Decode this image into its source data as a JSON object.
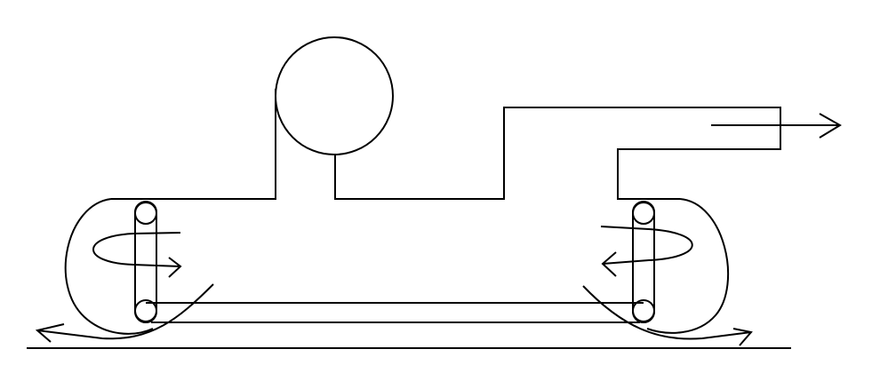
{
  "diagram": {
    "colors": {
      "stroke": "#000000",
      "background": "#ffffff"
    },
    "elements": [
      "ground-line",
      "body-outline",
      "top-circle",
      "outlet-arrow",
      "left-wheel-assembly",
      "right-wheel-assembly",
      "rails"
    ]
  }
}
